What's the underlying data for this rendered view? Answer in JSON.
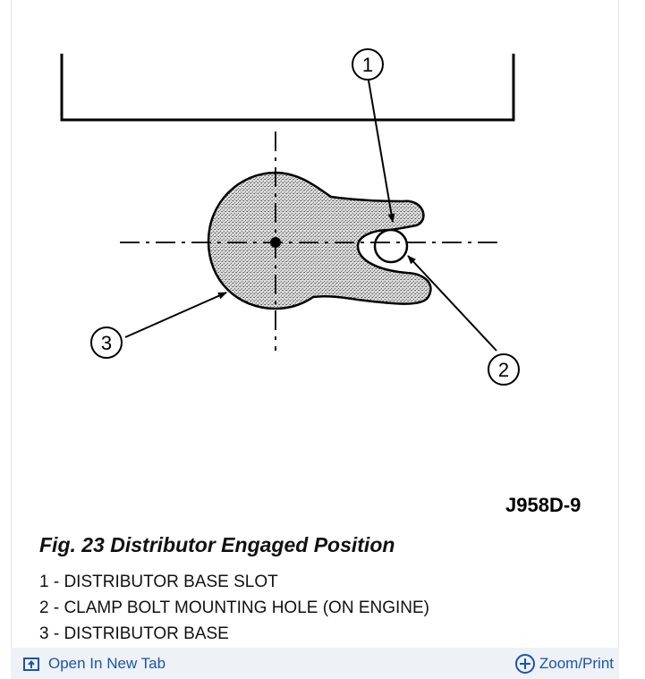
{
  "figure": {
    "code": "J958D-9",
    "callouts": [
      "1",
      "2",
      "3"
    ]
  },
  "caption": {
    "title": "Fig. 23 Distributor Engaged Position",
    "items": [
      "1 - DISTRIBUTOR BASE SLOT",
      "2 - CLAMP BOLT MOUNTING HOLE (ON ENGINE)",
      "3 - DISTRIBUTOR BASE"
    ]
  },
  "toolbar": {
    "open_label": "Open In New Tab",
    "zoom_label": "Zoom/Print",
    "open_icon": "open-in-new-tab-icon",
    "zoom_icon": "plus-circle-icon",
    "link_color": "#1a55a8"
  }
}
